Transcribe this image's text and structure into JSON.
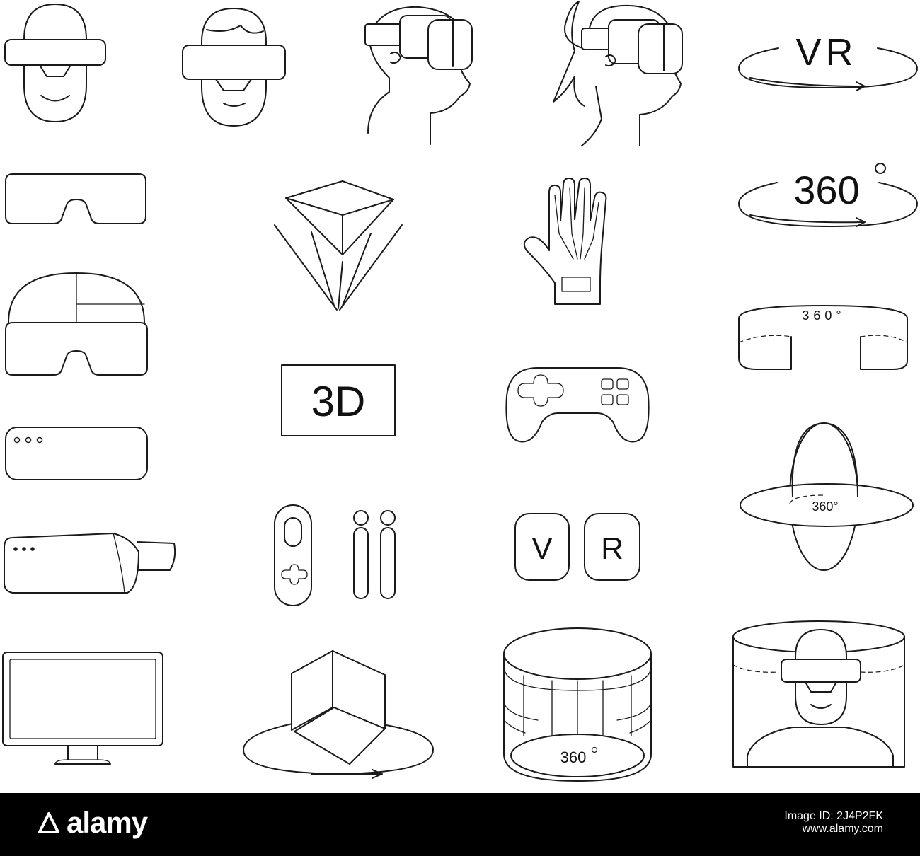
{
  "labels": {
    "vr_orbit": "VR",
    "orbit_360": "360",
    "band_360": "360°",
    "sphere_360": "360°",
    "box_3d": "3D",
    "key_v": "V",
    "key_r": "R",
    "cylinder_360": "360"
  },
  "footer": {
    "brand": "alamy",
    "image_id_label": "Image ID: 2J4P2FK",
    "site": "www.alamy.com"
  },
  "colors": {
    "line": "#1a1a1a",
    "background": "#ffffff",
    "footer": "#000000"
  }
}
